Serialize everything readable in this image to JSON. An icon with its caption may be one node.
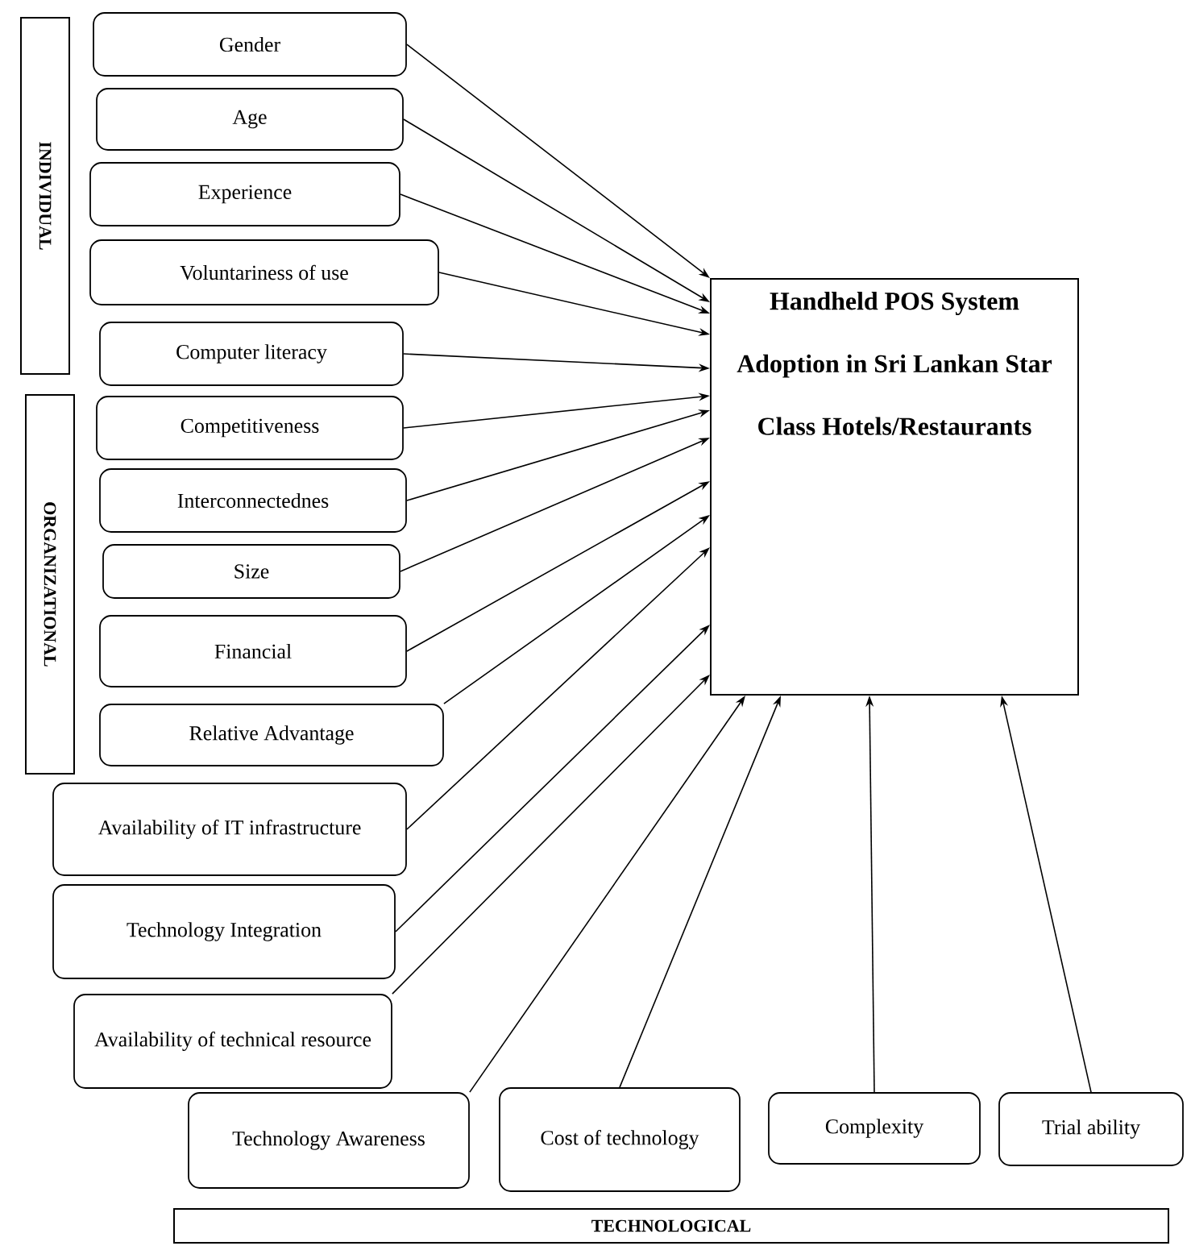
{
  "diagram": {
    "nodes": [
      {
        "text": [
          "INDIVIDUAL"
        ]
      },
      {
        "text": [
          "Gender"
        ]
      },
      {
        "text": [
          "Age"
        ]
      },
      {
        "text": [
          "Experience"
        ]
      },
      {
        "text": [
          "Voluntariness of use"
        ]
      },
      {
        "text": [
          "Computer literacy"
        ]
      },
      {
        "text": [
          "ORGANIZATIONAL"
        ]
      },
      {
        "text": [
          "Competitiveness"
        ]
      },
      {
        "text": [
          "Interconnectednes"
        ]
      },
      {
        "text": [
          "Size"
        ]
      },
      {
        "text": [
          "Financial"
        ]
      },
      {
        "text": [
          "Relative Advantage"
        ]
      },
      {
        "text": [
          "Availability of IT infrastructure"
        ]
      },
      {
        "text": [
          "Technology Integration"
        ]
      },
      {
        "text": [
          "Availability of technical resource"
        ]
      },
      {
        "text": [
          "Technology Awareness"
        ]
      },
      {
        "text": [
          "Cost of technology"
        ]
      },
      {
        "text": [
          "Complexity"
        ]
      },
      {
        "text": [
          "Trial ability"
        ]
      },
      {
        "text": [
          "TECHNOLOGICAL"
        ]
      },
      {
        "text": [
          "Handheld POS System Adoption in Sri Lankan Star Class Hotels/Restaurants"
        ]
      }
    ],
    "edges": [
      {
        "from": 1,
        "to": 20,
        "arrow": "to"
      },
      {
        "from": 2,
        "to": 20,
        "arrow": "to"
      },
      {
        "from": 3,
        "to": 20,
        "arrow": "to"
      },
      {
        "from": 4,
        "to": 20,
        "arrow": "to"
      },
      {
        "from": 5,
        "to": 20,
        "arrow": "to"
      },
      {
        "from": 7,
        "to": 20,
        "arrow": "to"
      },
      {
        "from": 8,
        "to": 20,
        "arrow": "to"
      },
      {
        "from": 9,
        "to": 20,
        "arrow": "to"
      },
      {
        "from": 10,
        "to": 20,
        "arrow": "to"
      },
      {
        "from": 11,
        "to": 20,
        "arrow": "to"
      },
      {
        "from": 12,
        "to": 20,
        "arrow": "to"
      },
      {
        "from": 13,
        "to": 20,
        "arrow": "to"
      },
      {
        "from": 14,
        "to": 20,
        "arrow": "to"
      },
      {
        "from": 15,
        "to": 20,
        "arrow": "to"
      },
      {
        "from": 16,
        "to": 20,
        "arrow": "to"
      },
      {
        "from": 17,
        "to": 20,
        "arrow": "to"
      },
      {
        "from": 18,
        "to": 20,
        "arrow": "to"
      }
    ]
  }
}
